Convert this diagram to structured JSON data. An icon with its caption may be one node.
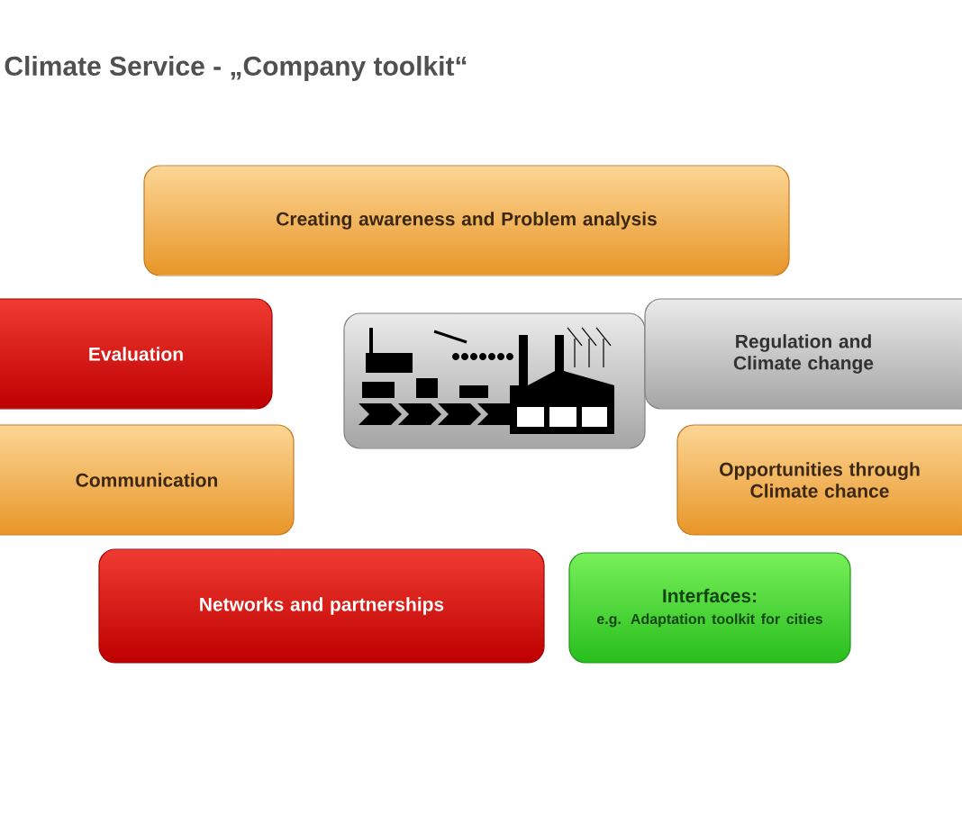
{
  "diagram": {
    "title": "Climate Service - „Company toolkit“",
    "nodes": [
      {
        "text": [
          "Creating awareness and Problem analysis"
        ]
      },
      {
        "text": [
          "Evaluation"
        ]
      },
      {
        "text": [],
        "shape": "picture"
      },
      {
        "text": [
          "Regulation and Climate change"
        ]
      },
      {
        "text": [
          "Communication"
        ]
      },
      {
        "text": [
          "Opportunities through Climate chance"
        ]
      },
      {
        "text": [
          "Networks and partnerships"
        ]
      },
      {
        "text": [
          "Interfaces:",
          "e.g. Adaptation toolkit for cities"
        ]
      }
    ],
    "edges": []
  }
}
